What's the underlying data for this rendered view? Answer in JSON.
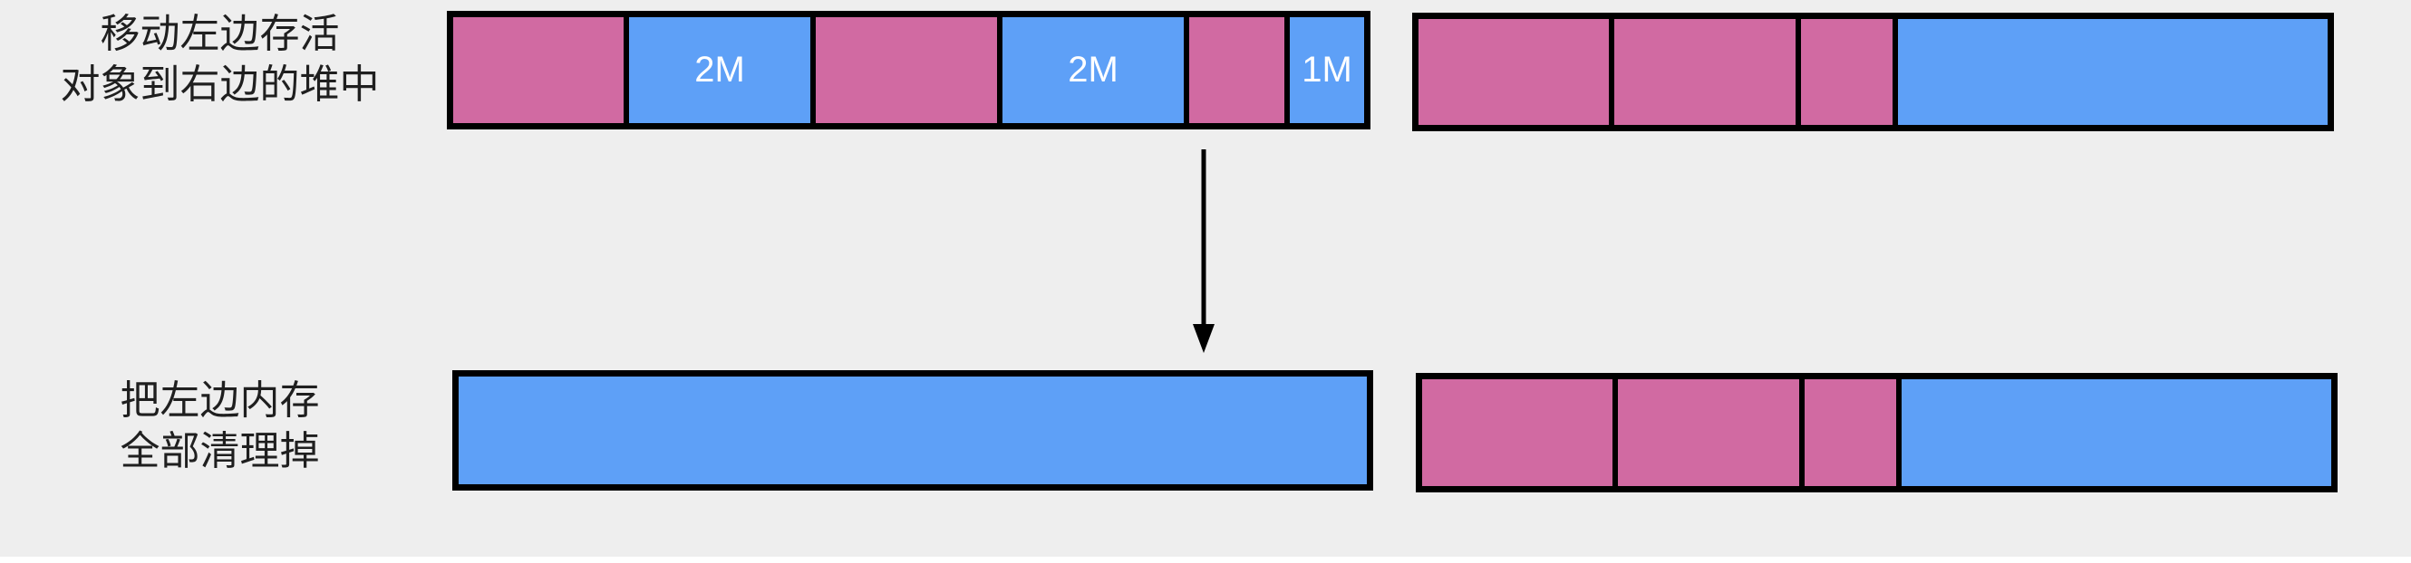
{
  "colors": {
    "live_object": "#d16aa2",
    "free_memory": "#5ea0f7",
    "outline": "#000000",
    "background": "#eeeeee"
  },
  "steps": [
    {
      "label_lines": [
        "移动左边存活",
        "对象到右边的堆中"
      ],
      "left_heap": [
        {
          "kind": "live_object",
          "text": ""
        },
        {
          "kind": "free_memory",
          "text": "2M"
        },
        {
          "kind": "live_object",
          "text": ""
        },
        {
          "kind": "free_memory",
          "text": "2M"
        },
        {
          "kind": "live_object",
          "text": ""
        },
        {
          "kind": "free_memory",
          "text": "1M"
        }
      ],
      "right_heap": [
        {
          "kind": "live_object",
          "text": ""
        },
        {
          "kind": "live_object",
          "text": ""
        },
        {
          "kind": "live_object",
          "text": ""
        },
        {
          "kind": "free_memory",
          "text": ""
        }
      ]
    },
    {
      "label_lines": [
        "把左边内存",
        "全部清理掉"
      ],
      "left_heap": [
        {
          "kind": "free_memory",
          "text": ""
        }
      ],
      "right_heap": [
        {
          "kind": "live_object",
          "text": ""
        },
        {
          "kind": "live_object",
          "text": ""
        },
        {
          "kind": "live_object",
          "text": ""
        },
        {
          "kind": "free_memory",
          "text": ""
        }
      ]
    }
  ]
}
